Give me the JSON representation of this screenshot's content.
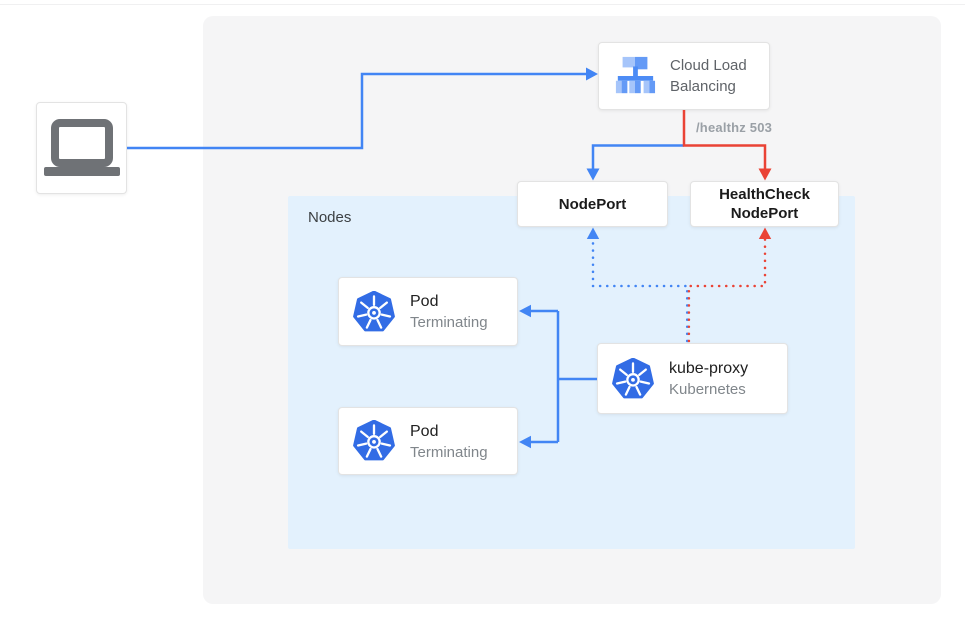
{
  "colors": {
    "flow_blue": "#4285F4",
    "flow_red": "#EA4335",
    "nodes_panel_bg": "#E3F1FD",
    "canvas_bg": "#F5F5F6",
    "kubernetes_blue": "#326CE5"
  },
  "icons": {
    "client": "laptop-icon",
    "load_balancer": "load-balancer-tree-icon",
    "pod": "kubernetes-wheel-icon",
    "kube_proxy": "kubernetes-wheel-icon"
  },
  "diagram": {
    "lb": {
      "title": "Cloud Load Balancing"
    },
    "healthz_label": "/healthz 503",
    "nodeport": {
      "label": "NodePort"
    },
    "healthcheck_nodeport": {
      "line1": "HealthCheck",
      "line2": "NodePort"
    },
    "nodes": {
      "label": "Nodes"
    },
    "pods": [
      {
        "title": "Pod",
        "status": "Terminating"
      },
      {
        "title": "Pod",
        "status": "Terminating"
      }
    ],
    "kube_proxy": {
      "title": "kube-proxy",
      "subtitle": "Kubernetes"
    }
  }
}
